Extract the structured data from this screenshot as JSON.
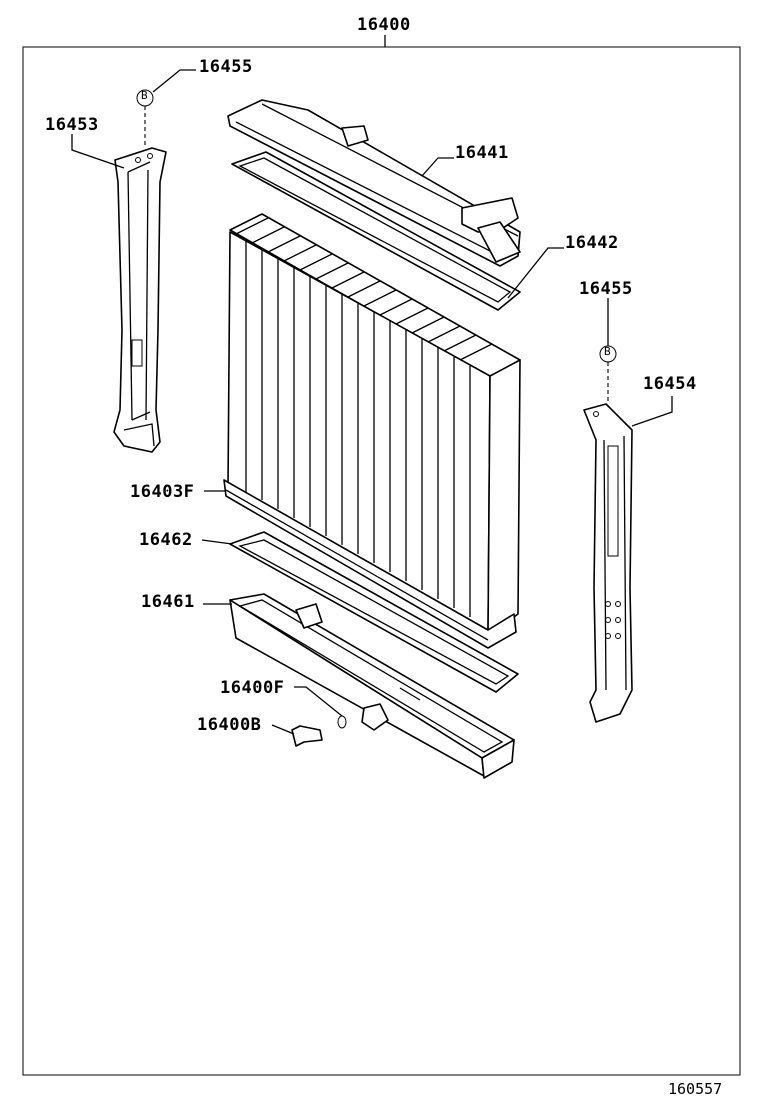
{
  "diagram": {
    "assembly_label": "16400",
    "figure_number": "160557",
    "parts": {
      "bolt_left": "16455",
      "bolt_right": "16455",
      "support_left": "16453",
      "support_right": "16454",
      "upper_tank": "16441",
      "upper_gasket": "16442",
      "core": "16403F",
      "lower_gasket": "16462",
      "lower_tank": "16461",
      "drain_gasket": "16400F",
      "drain_cock": "16400B"
    },
    "fastener_symbol": "B"
  }
}
